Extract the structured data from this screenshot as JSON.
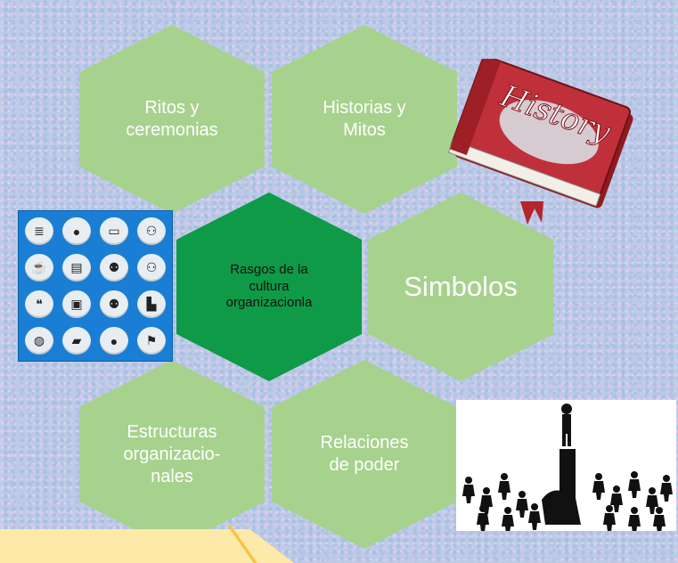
{
  "hexagons": {
    "ritos": "Ritos y\nceremonias",
    "historias": "Historias y\nMitos",
    "center": "Rasgos de la\ncultura\norganizacionla",
    "simbolos": "Simbolos",
    "estructuras": "Estructuras\norganizacio-\nnales",
    "relaciones": "Relaciones\nde poder"
  },
  "book": {
    "title": "History"
  },
  "icon_grid": {
    "icons": [
      "document-icon",
      "person-icon",
      "printer-icon",
      "network-icon",
      "mug-icon",
      "notepad-icon",
      "team-icon",
      "group-icon",
      "quote-icon",
      "briefcase-icon",
      "meeting-icon",
      "presenter-icon",
      "globe-icon",
      "folder-icon",
      "manager-icon",
      "flag-icon"
    ],
    "glyphs": [
      "≣",
      "●",
      "▭",
      "⚇",
      "☕",
      "▤",
      "⚉",
      "⚇",
      "❝",
      "▣",
      "⚉",
      "▙",
      "◍",
      "▰",
      "●",
      "⚑"
    ]
  },
  "colors": {
    "hex_fill": "#a7d28d",
    "center_fill": "#0f9a47",
    "arrow_fill": "#fde9a8",
    "book_red": "#b3262b"
  }
}
